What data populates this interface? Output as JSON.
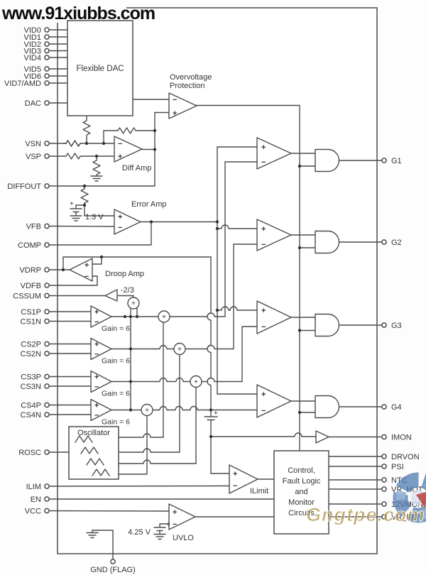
{
  "header": {
    "site_url": "www.91xiubbs.com"
  },
  "watermark": {
    "text": "Gngtpe.com"
  },
  "pins": {
    "left": [
      "VID0",
      "VID1",
      "VID2",
      "VID3",
      "VID4",
      "VID5",
      "VID6",
      "VID7/AMD",
      "DAC",
      "VSN",
      "VSP",
      "DIFFOUT",
      "VFB",
      "COMP",
      "VDRP",
      "VDFB",
      "CSSUM",
      "CS1P",
      "CS1N",
      "CS2P",
      "CS2N",
      "CS3P",
      "CS3N",
      "CS4P",
      "CS4N",
      "ROSC",
      "ILIM",
      "EN",
      "VCC"
    ],
    "right": [
      "G1",
      "G2",
      "G3",
      "G4",
      "IMON",
      "DRVON",
      "PSI",
      "NTC",
      "VR_HOT",
      "12VMON",
      "VR_RDY"
    ],
    "bottom": "GND (FLAG)"
  },
  "blocks": {
    "dac": "Flexible DAC",
    "oscillator": "Oscillator",
    "control": [
      "Control,",
      "Fault Logic",
      "and",
      "Monitor",
      "Circuits"
    ]
  },
  "amps": {
    "ovp_line1": "Overvoltage",
    "ovp_line2": "Protection",
    "diff": "Diff Amp",
    "error": "Error Amp",
    "droop": "Droop Amp",
    "ilimit": "ILimit",
    "uvlo": "UVLO"
  },
  "values": {
    "vref": "1.3 V",
    "uvlo_ref": "4.25 V",
    "cssum_gain": "-2/3",
    "cs_gain": "Gain = 6",
    "plus": "+",
    "minus": "−"
  },
  "colors": {
    "line": "#4c4c4c",
    "text": "#333333",
    "watermark_gold": "#a8862f",
    "logo_blue": "#4e7ab2",
    "logo_red": "#b03030"
  }
}
